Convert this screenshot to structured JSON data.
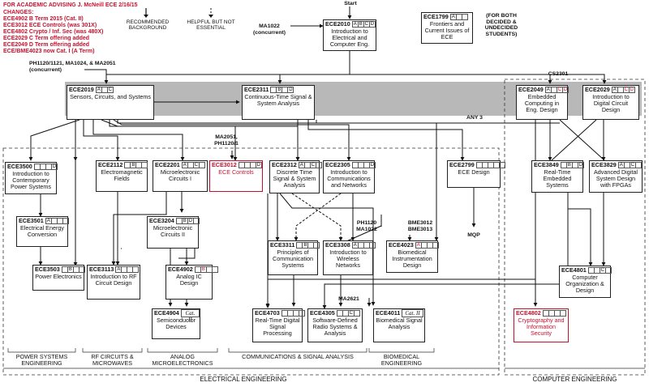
{
  "advising": {
    "header": "FOR ACADEMIC ADVISING  J. McNeill   ECE   2/16/15",
    "changes_title": "CHANGES:",
    "changes": [
      "ECE4902 B Term 2015 (Cat. II)",
      "ECE3012 ECE Controls (was 301X)",
      "ECE4802 Crypto / Inf. Sec (was 480X)",
      "ECE2029 C Term offering added",
      "ECE2049 D Term offering added",
      "ECE/BME4023 now Cat. I (A Term)"
    ]
  },
  "legend": {
    "recommended": "RECOMMENDED BACKGROUND",
    "helpful": "HELPFUL BUT NOT ESSENTIAL"
  },
  "labels": {
    "start": "Start",
    "ma1022": "MA1022 (concurrent)",
    "for_both": "(FOR BOTH DECIDED & UNDECIDED STUDENTS)",
    "ph_prereq": "PH1120/1121, MA1024, & MA2051 (concurrent)",
    "cs2301": "CS2301",
    "ma2051": "MA2051, PH1120/1",
    "any3": "ANY 3",
    "mqp": "MQP",
    "ph1120": "PH1120 MA1022",
    "bme3012": "BME3012 BME3013",
    "ma2621": "MA2621"
  },
  "courses": {
    "ece2010": {
      "code": "ECE2010",
      "terms": [
        "A",
        "B",
        "C",
        "D"
      ],
      "title": "Introduction to Electrical and Computer Eng."
    },
    "ece1799": {
      "code": "ECE1799",
      "terms": [
        "A",
        "",
        ""
      ],
      "title": "Frontiers and Current Issues of ECE"
    },
    "ece2019": {
      "code": "ECE2019",
      "terms": [
        "A",
        "",
        "C"
      ],
      "title": "Sensors, Circuits, and Systems"
    },
    "ece2311": {
      "code": "ECE2311",
      "terms": [
        "",
        "B",
        "",
        "D"
      ],
      "title": "Continuous-Time Signal & System Analysis"
    },
    "ece2049": {
      "code": "ECE2049",
      "terms": [
        "A",
        "",
        "C",
        "D"
      ],
      "title": "Embedded Computing in Eng. Design"
    },
    "ece2029": {
      "code": "ECE2029",
      "terms": [
        "A",
        "",
        "C",
        "D"
      ],
      "title": "Introduction to Digital Circuit Design"
    },
    "ece3500": {
      "code": "ECE3500",
      "terms": [
        "",
        "",
        "",
        "D"
      ],
      "title": "Introduction to Contemporary Power Systems"
    },
    "ece2112": {
      "code": "ECE2112",
      "terms": [
        "",
        "B",
        "",
        ""
      ],
      "title": "Electromagnetic Fields"
    },
    "ece2201": {
      "code": "ECE2201",
      "terms": [
        "A",
        "",
        "C",
        ""
      ],
      "title": "Microelectronic Circuits I"
    },
    "ece3012": {
      "code": "ECE3012",
      "terms": [
        "",
        "",
        "",
        "D"
      ],
      "title": "ECE Controls"
    },
    "ece2312": {
      "code": "ECE2312",
      "terms": [
        "A",
        "",
        "C",
        ""
      ],
      "title": "Discrete Time Signal & System Analysis"
    },
    "ece2305": {
      "code": "ECE2305",
      "terms": [
        "",
        "",
        "",
        "D"
      ],
      "title": "Introduction to Communications and Networks"
    },
    "ece2799": {
      "code": "ECE2799",
      "terms": [
        "",
        "",
        "",
        "",
        ""
      ],
      "title": "ECE Design"
    },
    "ece3849": {
      "code": "ECE3849",
      "terms": [
        "",
        "B",
        "",
        "D"
      ],
      "title": "Real-Time Embedded Systems"
    },
    "ece3829": {
      "code": "ECE3829",
      "terms": [
        "A",
        "",
        "C",
        ""
      ],
      "title": "Advanced Digital System Design with FPGAs"
    },
    "ece3501": {
      "code": "ECE3501",
      "terms": [
        "A",
        "",
        "",
        ""
      ],
      "title": "Electrical Energy Conversion"
    },
    "ece3204": {
      "code": "ECE3204",
      "terms": [
        "",
        "B",
        "D",
        ""
      ],
      "title": "Microelectronic Circuits II"
    },
    "ece3311": {
      "code": "ECE3311",
      "terms": [
        "",
        "B",
        "",
        ""
      ],
      "title": "Principles of Communication Systems"
    },
    "ece3308": {
      "code": "ECE3308",
      "terms": [
        "A",
        "",
        "",
        ""
      ],
      "title": "Introduction to Wireless Networks"
    },
    "ece4023": {
      "code": "ECE4023",
      "terms": [
        "A",
        "",
        "",
        ""
      ],
      "title": "Biomedical Instrumentation Design"
    },
    "ece3503": {
      "code": "ECE3503",
      "terms": [
        "",
        "B",
        "",
        ""
      ],
      "title": "Power Electronics"
    },
    "ece3113": {
      "code": "ECE3113",
      "terms": [
        "A",
        "",
        "",
        ""
      ],
      "title": "Introduction to RF Circuit Design"
    },
    "ece4902": {
      "code": "ECE4902",
      "terms": [
        "",
        "B",
        "",
        ""
      ],
      "title": "Analog IC Design"
    },
    "ece4801": {
      "code": "ECE4801",
      "terms": [
        "",
        "",
        "C",
        ""
      ],
      "title": "Computer Organization & Design"
    },
    "ece4904": {
      "code": "ECE4904",
      "cat": "Cat. II",
      "title": "Semiconductor Devices"
    },
    "ece4703": {
      "code": "ECE4703",
      "terms": [
        "",
        "",
        "",
        ""
      ],
      "title": "Real-Time Digital Signal Processing"
    },
    "ece4305": {
      "code": "ECE4305",
      "terms": [
        "",
        "",
        "C",
        ""
      ],
      "title": "Software-Defined Radio Systems & Analysis"
    },
    "ece4011": {
      "code": "ECE4011",
      "cat": "Cat. II",
      "title": "Biomedical Signal Analysis"
    },
    "ece4802": {
      "code": "ECE4802",
      "terms": [
        "",
        "",
        "",
        ""
      ],
      "title": "Cryptography and Information Security"
    }
  },
  "areas": {
    "power": "POWER SYSTEMS ENGINEERING",
    "rf": "RF CIRCUITS & MICROWAVES",
    "analog": "ANALOG MICROELECTRONICS",
    "comm": "COMMUNICATIONS & SIGNAL ANALYSIS",
    "bio": "BIOMEDICAL ENGINEERING",
    "ee": "ELECTRICAL ENGINEERING",
    "ce": "COMPUTER ENGINEERING"
  },
  "colors": {
    "red": "#c8102e",
    "band": "#b8b8b8"
  }
}
